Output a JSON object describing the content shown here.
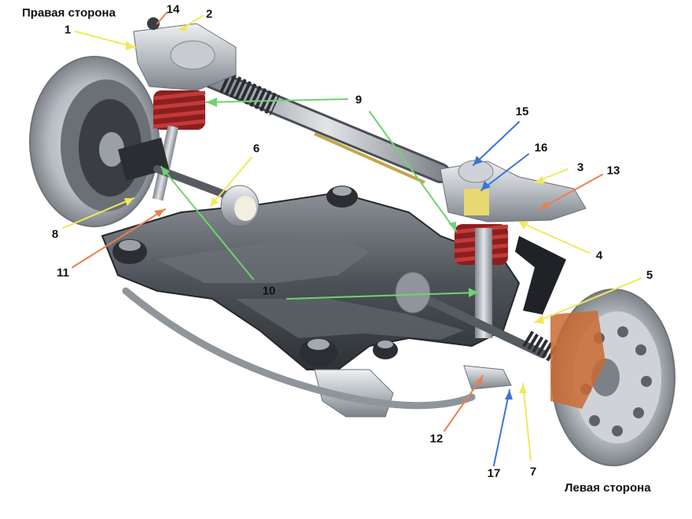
{
  "titles": {
    "right_side": "Правая сторона",
    "left_side": "Левая сторона"
  },
  "callouts": [
    {
      "id": "c1",
      "label": "1",
      "color": "#f2e85a"
    },
    {
      "id": "c2",
      "label": "2",
      "color": "#f2e85a"
    },
    {
      "id": "c3",
      "label": "3",
      "color": "#f2e85a"
    },
    {
      "id": "c4",
      "label": "4",
      "color": "#f2e85a"
    },
    {
      "id": "c5",
      "label": "5",
      "color": "#f2e85a"
    },
    {
      "id": "c6",
      "label": "6",
      "color": "#f2e85a"
    },
    {
      "id": "c7",
      "label": "7",
      "color": "#f2e85a"
    },
    {
      "id": "c8",
      "label": "8",
      "color": "#f2e85a"
    },
    {
      "id": "c9",
      "label": "9",
      "color": "#6fd36f"
    },
    {
      "id": "c10",
      "label": "10",
      "color": "#6fd36f"
    },
    {
      "id": "c11",
      "label": "11",
      "color": "#e98050"
    },
    {
      "id": "c12",
      "label": "12",
      "color": "#e98050"
    },
    {
      "id": "c13",
      "label": "13",
      "color": "#e98050"
    },
    {
      "id": "c14",
      "label": "14",
      "color": "#e98050"
    },
    {
      "id": "c15",
      "label": "15",
      "color": "#3a73d8"
    },
    {
      "id": "c16",
      "label": "16",
      "color": "#3a73d8"
    },
    {
      "id": "c17",
      "label": "17",
      "color": "#3a73d8"
    }
  ],
  "colors": {
    "metal_light": "#c9cdd2",
    "metal_mid": "#9aa0a6",
    "metal_dark": "#5f656b",
    "subframe": "#4a4f55",
    "spring": "#8b1f1f",
    "strut_yellow": "#e8d870",
    "disc": "#c96a32"
  }
}
